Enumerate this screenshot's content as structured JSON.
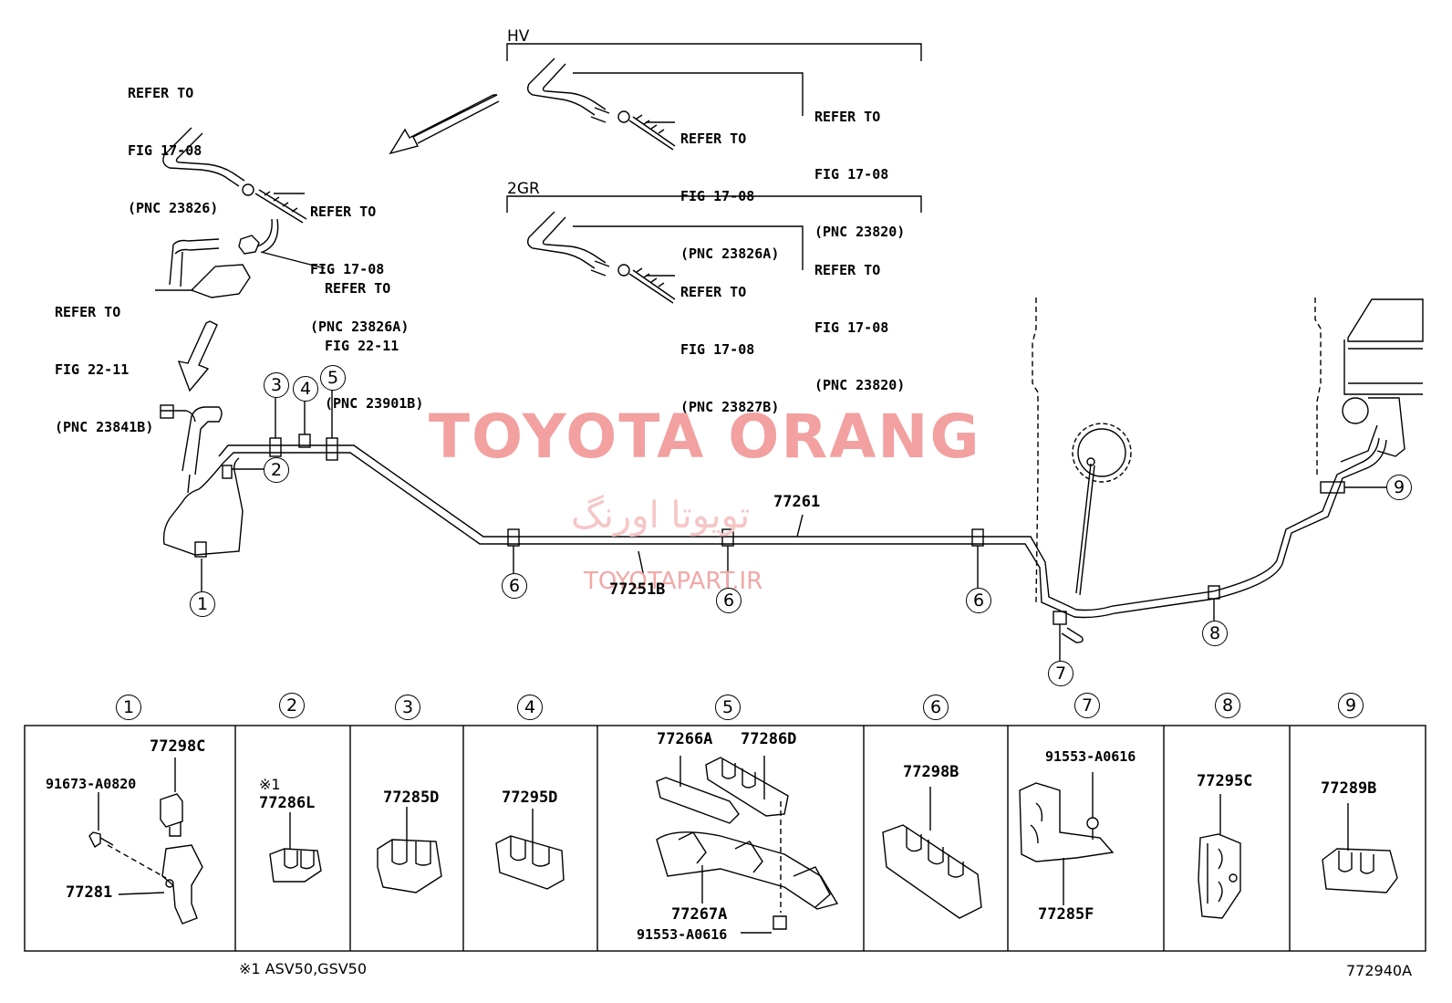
{
  "refs": {
    "fig1708_23826": [
      "REFER TO",
      "FIG 17-08",
      "(PNC 23826)"
    ],
    "fig1708_23826A": [
      "REFER TO",
      "FIG 17-08",
      "(PNC 23826A)"
    ],
    "fig2211_23901B": [
      "REFER TO",
      "FIG 22-11",
      "(PNC 23901B)"
    ],
    "fig2211_23841B": [
      "REFER TO",
      "FIG 22-11",
      "(PNC 23841B)"
    ],
    "hv_23826A": [
      "REFER TO",
      "FIG 17-08",
      "(PNC 23826A)"
    ],
    "hv_23820": [
      "REFER TO",
      "FIG 17-08",
      "(PNC 23820)"
    ],
    "gr_23827B": [
      "REFER TO",
      "FIG 17-08",
      "(PNC 23827B)"
    ],
    "gr_23820": [
      "REFER TO",
      "FIG 17-08",
      "(PNC 23820)"
    ]
  },
  "variants": {
    "hv": "HV",
    "gr": "2GR"
  },
  "callouts": [
    "1",
    "2",
    "3",
    "4",
    "5",
    "6",
    "7",
    "8",
    "9"
  ],
  "main_parts": {
    "p77261": "77261",
    "p77251B": "77251B"
  },
  "watermark": {
    "title": "TOYOTA ORANG",
    "persian": "تویوتا اورنگ",
    "site": "TOYOTAPART.IR"
  },
  "table": {
    "sections": [
      "1",
      "2",
      "3",
      "4",
      "5",
      "6",
      "7",
      "8",
      "9"
    ],
    "s1": {
      "a": "77298C",
      "b": "91673-A0820",
      "c": "77281"
    },
    "s2": {
      "mark": "※1",
      "a": "77286L"
    },
    "s3": {
      "a": "77285D"
    },
    "s4": {
      "a": "77295D"
    },
    "s5": {
      "a": "77266A",
      "b": "77286D",
      "c": "77267A",
      "d": "91553-A0616"
    },
    "s6": {
      "a": "77298B"
    },
    "s7": {
      "a": "91553-A0616",
      "b": "77285F"
    },
    "s8": {
      "a": "77295C"
    },
    "s9": {
      "a": "77289B"
    }
  },
  "footnote": "※1 ASV50,GSV50",
  "figure_code": "772940A"
}
